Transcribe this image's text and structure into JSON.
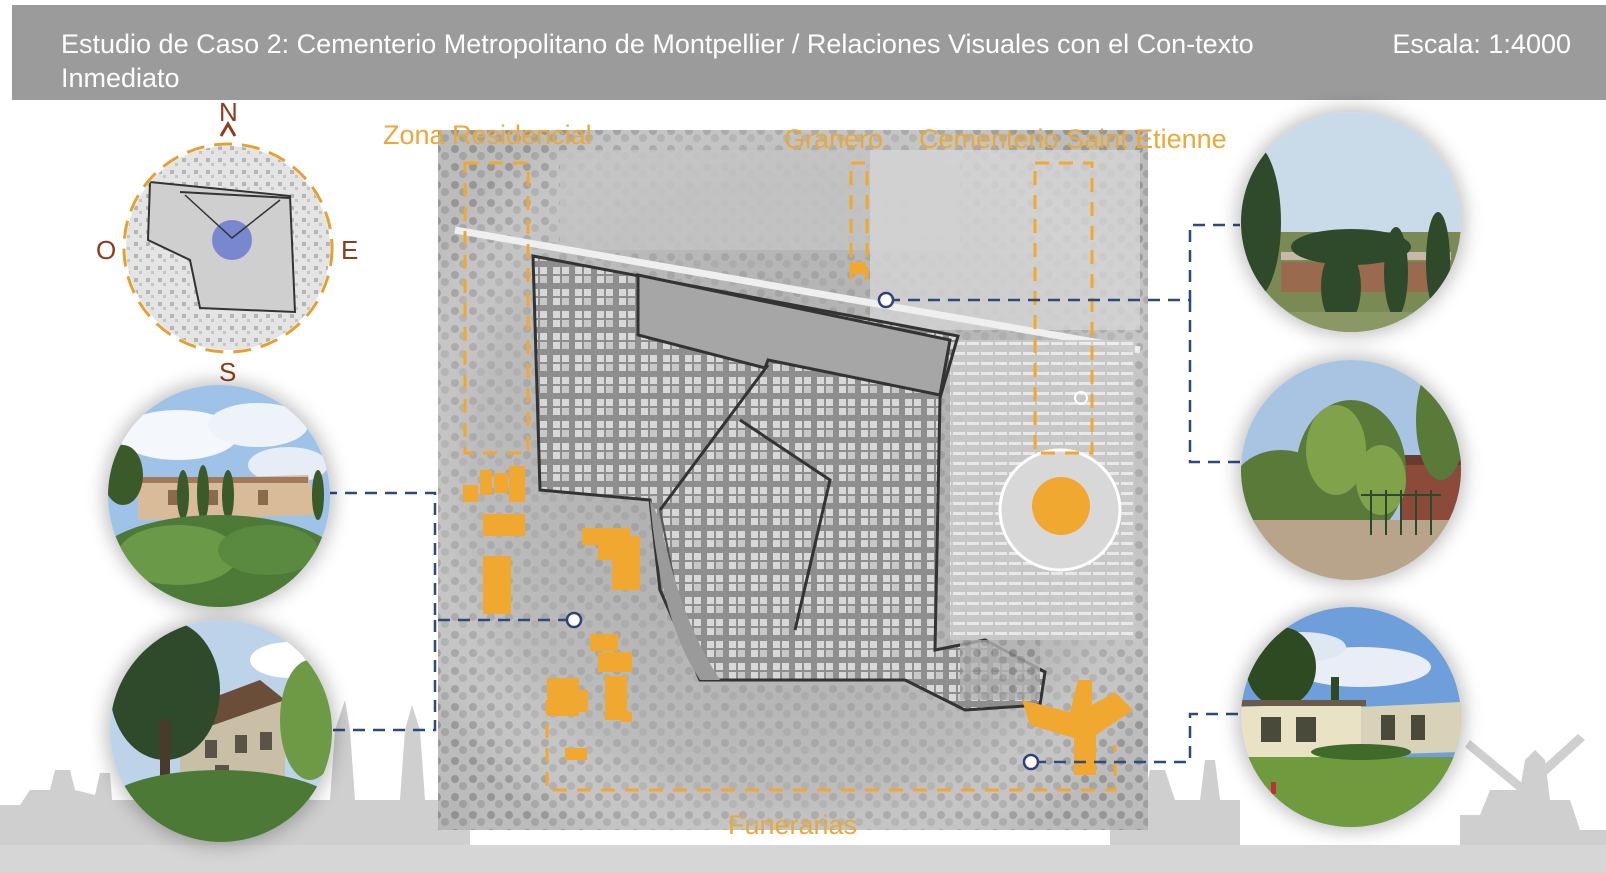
{
  "header": {
    "title": "Estudio de Caso 2: Cementerio Metropolitano de Montpellier / Relaciones Visuales con el Con-texto Inmediato",
    "scale": "Escala: 1:4000"
  },
  "labels": {
    "zona_residencial": "Zona Residencial",
    "granero": "Granero",
    "cementerio_saint_etienne": "Cementerio Saint Etienne",
    "funerarias": "Funerarias"
  },
  "compass": {
    "north": "N",
    "south": "S",
    "east": "E",
    "west": "O"
  },
  "colors": {
    "accent": "#f0a830",
    "link_line": "#2f4a7a",
    "header_bg": "#9b9b9b",
    "compass_letters": "#8b3d1e"
  },
  "photos": [
    "photo-saint-etienne-cemetery",
    "photo-hedge-garden",
    "photo-residential-building",
    "photo-old-house",
    "photo-funeral-home"
  ]
}
